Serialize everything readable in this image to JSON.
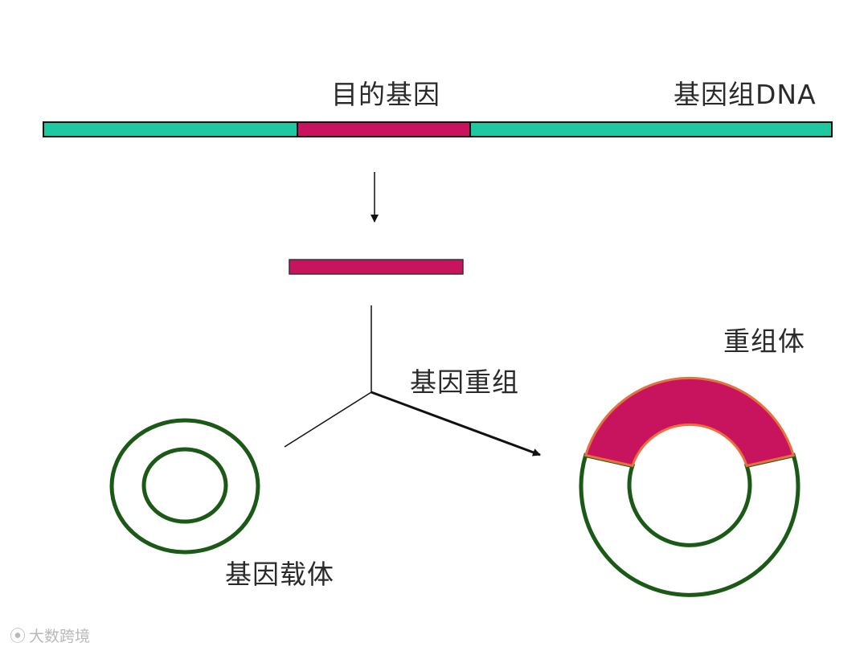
{
  "labels": {
    "target_gene": "目的基因",
    "genomic_dna": "基因组DNA",
    "recombination": "基因重组",
    "gene_vector": "基因载体",
    "recombinant": "重组体"
  },
  "watermark": {
    "icon": "logo-icon",
    "text": "大数跨境"
  },
  "colors": {
    "genome_segment": "#1ec8a0",
    "target_segment": "#c8145e",
    "ring_stroke": "#1a5a16",
    "insert_border": "#e8703c",
    "line": "#111111"
  }
}
